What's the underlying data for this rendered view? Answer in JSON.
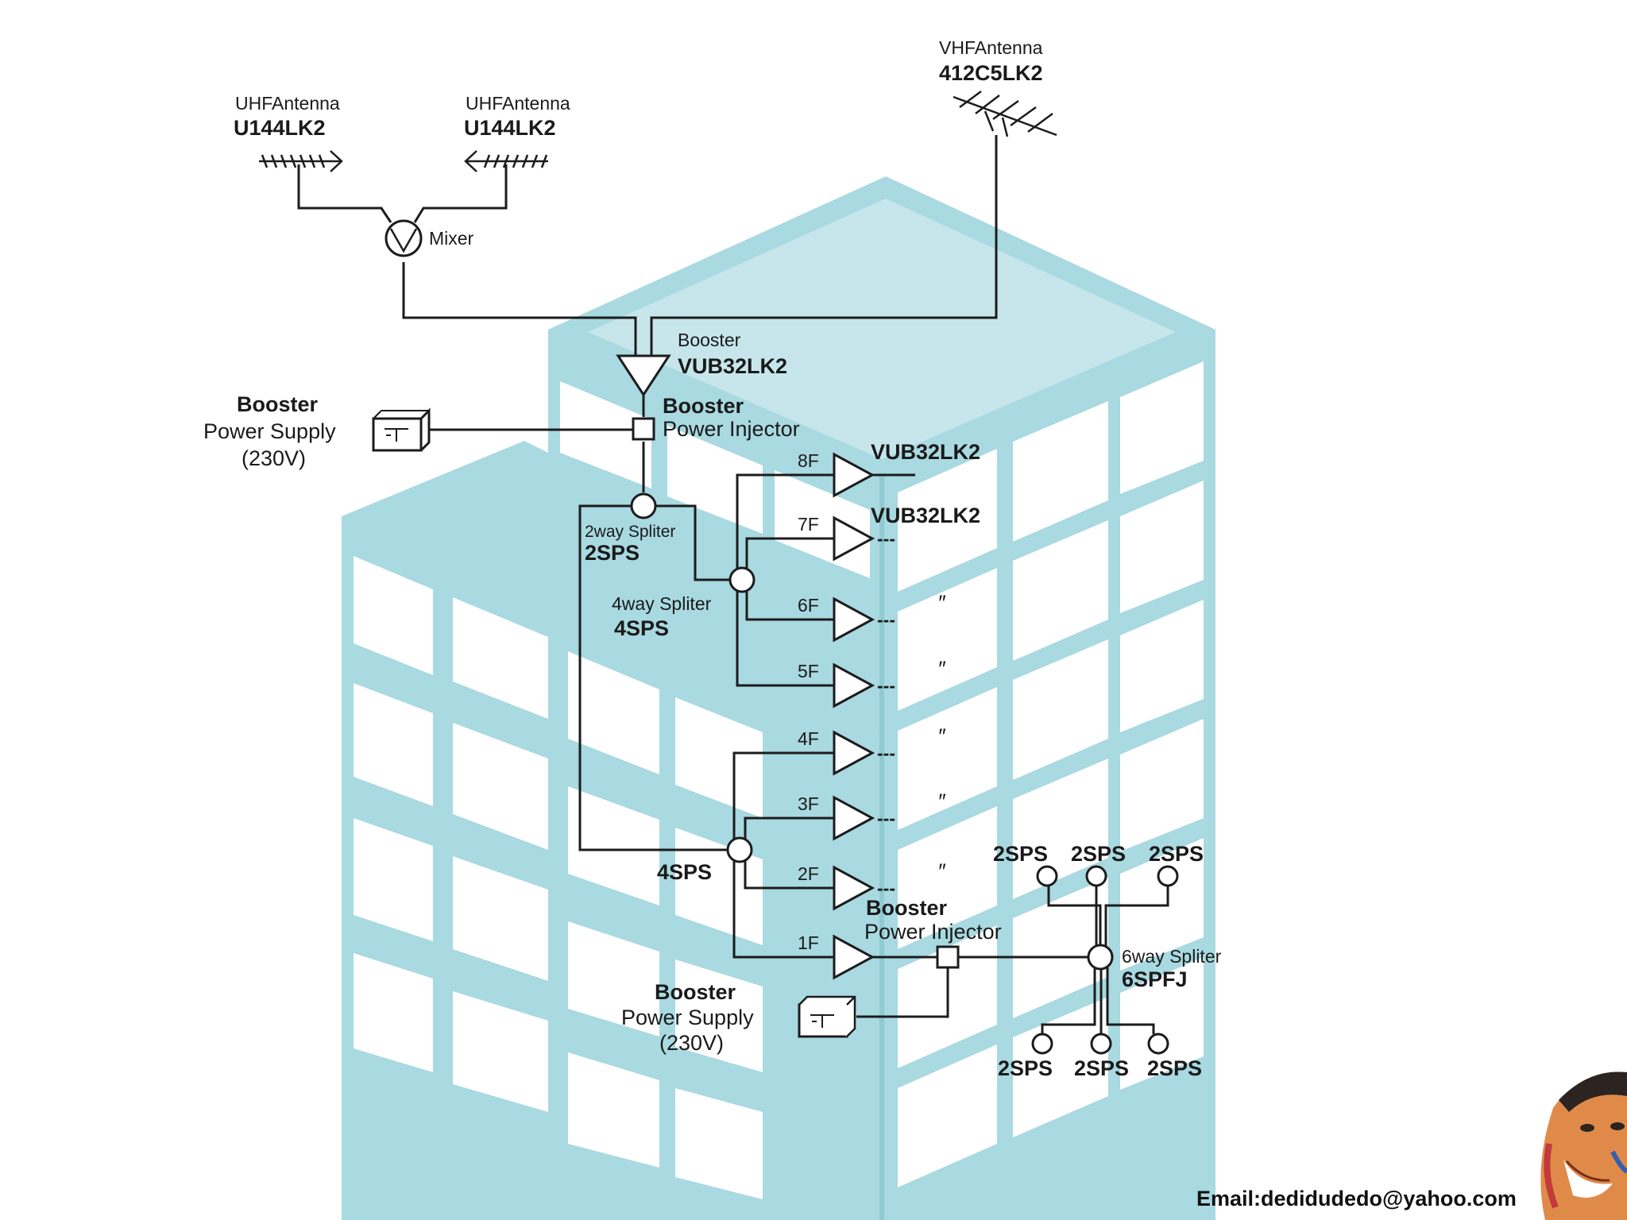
{
  "colors": {
    "building": "#a9d9e1",
    "building_light": "#d7eef2",
    "wire": "#1c1c1c",
    "avatar_skin": "#e08a4a"
  },
  "antennas": {
    "uhf_left": {
      "type": "UHFAntenna",
      "model": "U144LK2"
    },
    "uhf_right": {
      "type": "UHFAntenna",
      "model": "U144LK2"
    },
    "vhf": {
      "type": "VHFAntenna",
      "model": "412C5LK2"
    }
  },
  "mixer": {
    "label": "Mixer"
  },
  "main_booster": {
    "label": "Booster",
    "model": "VUB32LK2"
  },
  "power_injector_top": {
    "title": "Booster",
    "label": "Power Injector"
  },
  "power_supply_top": {
    "title": "Booster",
    "label": "Power Supply",
    "voltage": "(230V)"
  },
  "splitter_2way": {
    "label": "2way Spliter",
    "model": "2SPS"
  },
  "splitter_4way_upper": {
    "label": "4way Spliter",
    "model": "4SPS"
  },
  "splitter_4way_lower": {
    "model": "4SPS"
  },
  "floors": [
    {
      "floor": "8F",
      "model": "VUB32LK2",
      "tail": ""
    },
    {
      "floor": "7F",
      "model": "VUB32LK2",
      "tail": "---"
    },
    {
      "floor": "6F",
      "model": "″",
      "tail": "---"
    },
    {
      "floor": "5F",
      "model": "″",
      "tail": "---"
    },
    {
      "floor": "4F",
      "model": "″",
      "tail": "---"
    },
    {
      "floor": "3F",
      "model": "″",
      "tail": "---"
    },
    {
      "floor": "2F",
      "model": "″",
      "tail": "---"
    },
    {
      "floor": "1F",
      "model": "",
      "tail": ""
    }
  ],
  "power_injector_bottom": {
    "title": "Booster",
    "label": "Power Injector"
  },
  "power_supply_bottom": {
    "title": "Booster",
    "label": "Power Supply",
    "voltage": "(230V)"
  },
  "splitter_6way": {
    "label": "6way Spliter",
    "model": "6SPFJ"
  },
  "outlets_top": [
    "2SPS",
    "2SPS",
    "2SPS"
  ],
  "outlets_bottom": [
    "2SPS",
    "2SPS",
    "2SPS"
  ],
  "email": "Email:dedidudedo@yahoo.com"
}
